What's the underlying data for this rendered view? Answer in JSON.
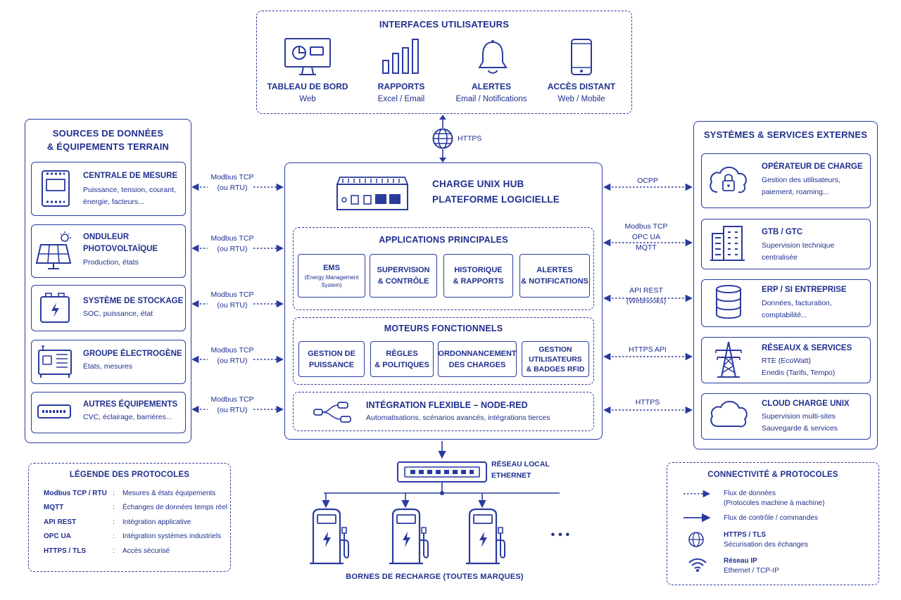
{
  "ui": {
    "title": "INTERFACES UTILISATEURS",
    "items": [
      {
        "title": "TABLEAU DE BORD",
        "sub": "Web",
        "icon": "monitor-dashboard-icon"
      },
      {
        "title": "RAPPORTS",
        "sub": "Excel / Email",
        "icon": "bar-chart-icon"
      },
      {
        "title": "ALERTES",
        "sub": "Email / Notifications",
        "icon": "bell-icon"
      },
      {
        "title": "ACCÈS DISTANT",
        "sub": "Web / Mobile",
        "icon": "smartphone-icon"
      }
    ]
  },
  "https_top": "HTTPS",
  "sources": {
    "title_line1": "SOURCES DE DONNÉES",
    "title_line2": "& ÉQUIPEMENTS TERRAIN",
    "items": [
      {
        "title": "CENTRALE DE MESURE",
        "desc1": "Puissance, tension, courant,",
        "desc2": "énergie, facteurs...",
        "icon": "meter-icon",
        "protocol1": "Modbus TCP",
        "protocol2": "(ou RTU)"
      },
      {
        "title": "ONDULEUR",
        "title2": "PHOTOVOLTAÏQUE",
        "desc1": "Production, états",
        "icon": "solar-panel-icon",
        "protocol1": "Modbus TCP",
        "protocol2": "(ou RTU)"
      },
      {
        "title": "SYSTÈME DE STOCKAGE",
        "desc1": "SOC, puissance, état",
        "icon": "battery-icon",
        "protocol1": "Modbus TCP",
        "protocol2": "(ou RTU)"
      },
      {
        "title": "GROUPE ÉLECTROGÈNE",
        "desc1": "États, mesures",
        "icon": "generator-icon",
        "protocol1": "Modbus TCP",
        "protocol2": "(ou RTU)"
      },
      {
        "title": "AUTRES ÉQUIPEMENTS",
        "desc1": "CVC, éclairage, barrières...",
        "icon": "network-switch-icon",
        "protocol1": "Modbus TCP",
        "protocol2": "(ou RTU)"
      }
    ]
  },
  "hub": {
    "title1": "CHARGE UNIX HUB",
    "title2": "PLATEFORME LOGICIELLE",
    "apps": {
      "title": "APPLICATIONS PRINCIPALES",
      "items": [
        {
          "l1": "EMS",
          "sub1": "(Energy Management",
          "sub2": "System)"
        },
        {
          "l1": "SUPERVISION",
          "l2": "& CONTRÔLE"
        },
        {
          "l1": "HISTORIQUE",
          "l2": "& RAPPORTS"
        },
        {
          "l1": "ALERTES",
          "l2": "& NOTIFICATIONS"
        }
      ]
    },
    "engines": {
      "title": "MOTEURS FONCTIONNELS",
      "items": [
        {
          "l1": "GESTION DE",
          "l2": "PUISSANCE"
        },
        {
          "l1": "RÈGLES",
          "l2": "& POLITIQUES"
        },
        {
          "l1": "ORDONNANCEMENT",
          "l2": "DES CHARGES"
        },
        {
          "l1": "GESTION",
          "l2": "UTILISATEURS",
          "l3": "& BADGES RFID"
        }
      ]
    },
    "nodered": {
      "title": "INTÉGRATION FLEXIBLE – NODE-RED",
      "desc": "Automatisations, scénarios avancés, intégrations tierces"
    }
  },
  "external": {
    "title": "SYSTÈMES & SERVICES EXTERNES",
    "items": [
      {
        "title": "OPÉRATEUR DE CHARGE",
        "desc1": "Gestion des utilisateurs,",
        "desc2": "paiement, roaming...",
        "icon": "cloud-lock-icon",
        "protocols": [
          "OCPP"
        ]
      },
      {
        "title": "GTB / GTC",
        "desc1": "Supervision technique",
        "desc2": "centralisée",
        "icon": "building-icon",
        "protocols": [
          "Modbus TCP",
          "OPC UA",
          "MQTT"
        ]
      },
      {
        "title": "ERP / SI ENTREPRISE",
        "desc1": "Données, facturation,",
        "desc2": "comptabilité...",
        "icon": "database-icon",
        "protocols": [
          "API REST",
          "(Webhooks)"
        ]
      },
      {
        "title": "RÉSEAUX & SERVICES",
        "desc1": "RTE (EcoWatt)",
        "desc2": "Enedis (Tarifs, Tempo)",
        "icon": "power-tower-icon",
        "protocols": [
          "HTTPS API"
        ]
      },
      {
        "title": "CLOUD CHARGE UNIX",
        "desc1": "Supervision multi-sites",
        "desc2": "Sauvegarde & services",
        "icon": "cloud-icon",
        "protocols": [
          "HTTPS"
        ]
      }
    ]
  },
  "network": {
    "l1": "RÉSEAU LOCAL",
    "l2": "ETHERNET"
  },
  "chargers_label": "BORNES DE RECHARGE (TOUTES MARQUES)",
  "ellipsis": "• • •",
  "legend": {
    "title": "LÉGENDE DES PROTOCOLES",
    "rows": [
      {
        "name": "Modbus TCP / RTU",
        "sep": ":",
        "desc": "Mesures & états équipements"
      },
      {
        "name": "MQTT",
        "sep": ":",
        "desc": "Échanges de données temps réel"
      },
      {
        "name": "API REST",
        "sep": ":",
        "desc": "Intégration applicative"
      },
      {
        "name": "OPC UA",
        "sep": ":",
        "desc": "Intégration systèmes industriels"
      },
      {
        "name": "HTTPS / TLS",
        "sep": ":",
        "desc": "Accès sécurisé"
      }
    ]
  },
  "connectivity": {
    "title": "CONNECTIVITÉ & PROTOCOLES",
    "rows": [
      {
        "l1": "Flux de données",
        "l2": "(Protocoles machine à machine)"
      },
      {
        "l1": "Flux de contrôle / commandes"
      },
      {
        "l1": "HTTPS / TLS",
        "l2": "Sécurisation des échanges"
      },
      {
        "l1": "Réseau IP",
        "l2": "Ethernet / TCP-IP"
      }
    ]
  },
  "colors": {
    "primary": "#1f2f8f",
    "stroke": "#2a3b9e"
  }
}
